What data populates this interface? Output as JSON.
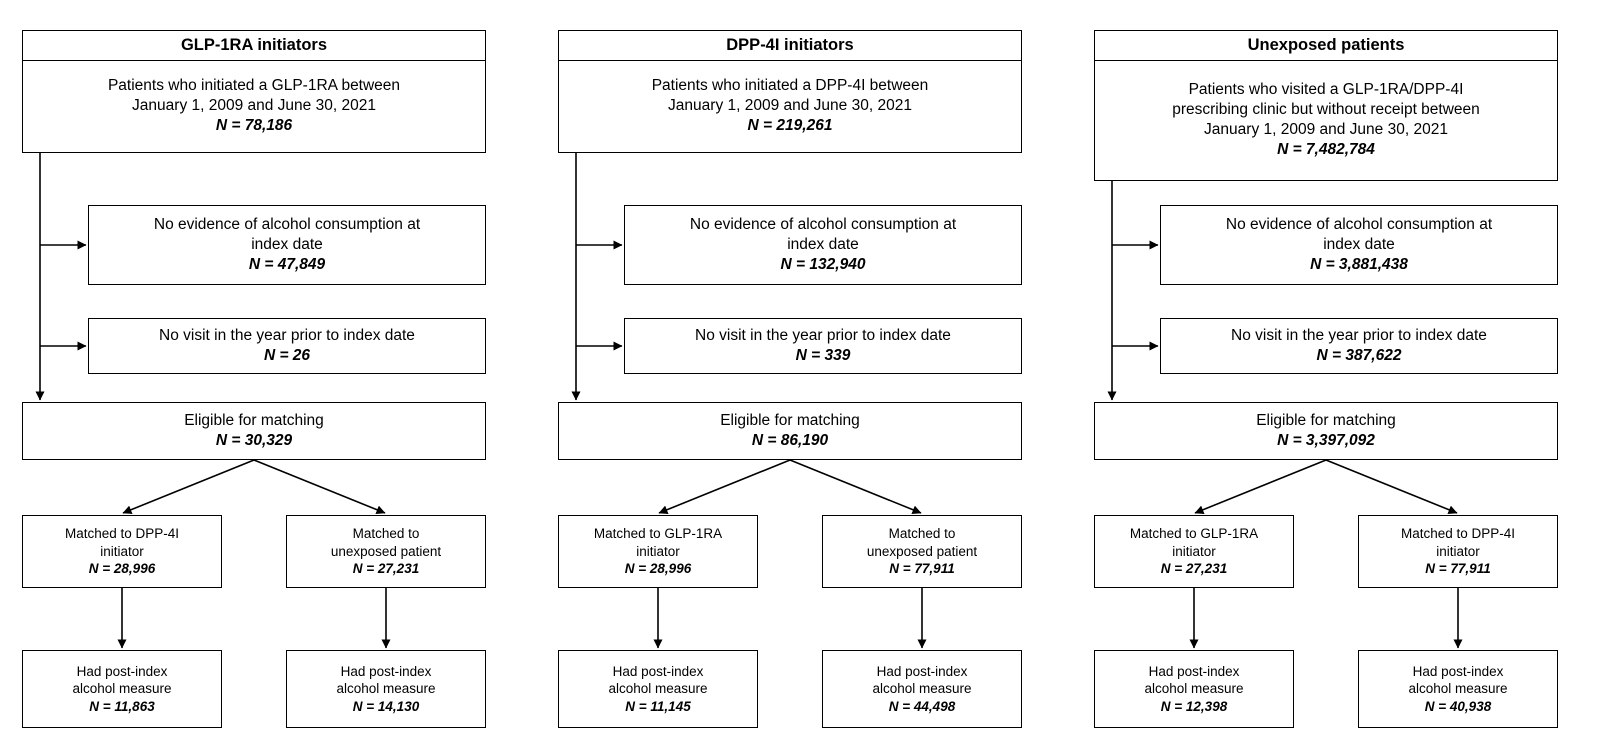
{
  "colors": {
    "line_color": "#000000",
    "background": "#ffffff"
  },
  "figure": {
    "columns": [
      {
        "header": "GLP-1RA initiators",
        "source": {
          "lines": [
            "Patients who initiated a GLP-1RA between",
            "January 1, 2009 and June 30, 2021"
          ],
          "n": "N = 78,186"
        },
        "exclusion1": {
          "lines": [
            "No evidence of alcohol consumption at",
            "index date"
          ],
          "n": "N = 47,849"
        },
        "exclusion2": {
          "lines": [
            "No visit in the year prior to index date"
          ],
          "n": "N = 26"
        },
        "eligible": {
          "lines": [
            "Eligible for matching"
          ],
          "n": "N = 30,329"
        },
        "matched_left": {
          "lines": [
            "Matched to DPP-4I",
            "initiator"
          ],
          "n": "N = 28,996"
        },
        "matched_right": {
          "lines": [
            "Matched to",
            "unexposed patient"
          ],
          "n": "N = 27,231"
        },
        "post_left": {
          "lines": [
            "Had post-index",
            "alcohol measure"
          ],
          "n": "N = 11,863"
        },
        "post_right": {
          "lines": [
            "Had post-index",
            "alcohol measure"
          ],
          "n": "N = 14,130"
        }
      },
      {
        "header": "DPP-4I initiators",
        "source": {
          "lines": [
            "Patients who initiated a DPP-4I between",
            "January 1, 2009 and June 30, 2021"
          ],
          "n": "N = 219,261"
        },
        "exclusion1": {
          "lines": [
            "No evidence of alcohol consumption at",
            "index date"
          ],
          "n": "N = 132,940"
        },
        "exclusion2": {
          "lines": [
            "No visit in the year prior to index date"
          ],
          "n": "N = 339"
        },
        "eligible": {
          "lines": [
            "Eligible for matching"
          ],
          "n": "N = 86,190"
        },
        "matched_left": {
          "lines": [
            "Matched to GLP-1RA",
            "initiator"
          ],
          "n": "N = 28,996"
        },
        "matched_right": {
          "lines": [
            "Matched to",
            "unexposed patient"
          ],
          "n": "N = 77,911"
        },
        "post_left": {
          "lines": [
            "Had post-index",
            "alcohol measure"
          ],
          "n": "N = 11,145"
        },
        "post_right": {
          "lines": [
            "Had post-index",
            "alcohol measure"
          ],
          "n": "N = 44,498"
        }
      },
      {
        "header": "Unexposed patients",
        "source": {
          "lines": [
            "Patients who visited a GLP-1RA/DPP-4I",
            "prescribing clinic but without receipt between",
            "January 1, 2009 and June 30, 2021"
          ],
          "n": "N = 7,482,784"
        },
        "exclusion1": {
          "lines": [
            "No evidence of alcohol consumption at",
            "index date"
          ],
          "n": "N = 3,881,438"
        },
        "exclusion2": {
          "lines": [
            "No visit in the year prior to index date"
          ],
          "n": "N = 387,622"
        },
        "eligible": {
          "lines": [
            "Eligible for matching"
          ],
          "n": "N = 3,397,092"
        },
        "matched_left": {
          "lines": [
            "Matched to GLP-1RA",
            "initiator"
          ],
          "n": "N = 27,231"
        },
        "matched_right": {
          "lines": [
            "Matched to DPP-4I",
            "initiator"
          ],
          "n": "N = 77,911"
        },
        "post_left": {
          "lines": [
            "Had post-index",
            "alcohol measure"
          ],
          "n": "N = 12,398"
        },
        "post_right": {
          "lines": [
            "Had post-index",
            "alcohol measure"
          ],
          "n": "N = 40,938"
        }
      }
    ]
  }
}
